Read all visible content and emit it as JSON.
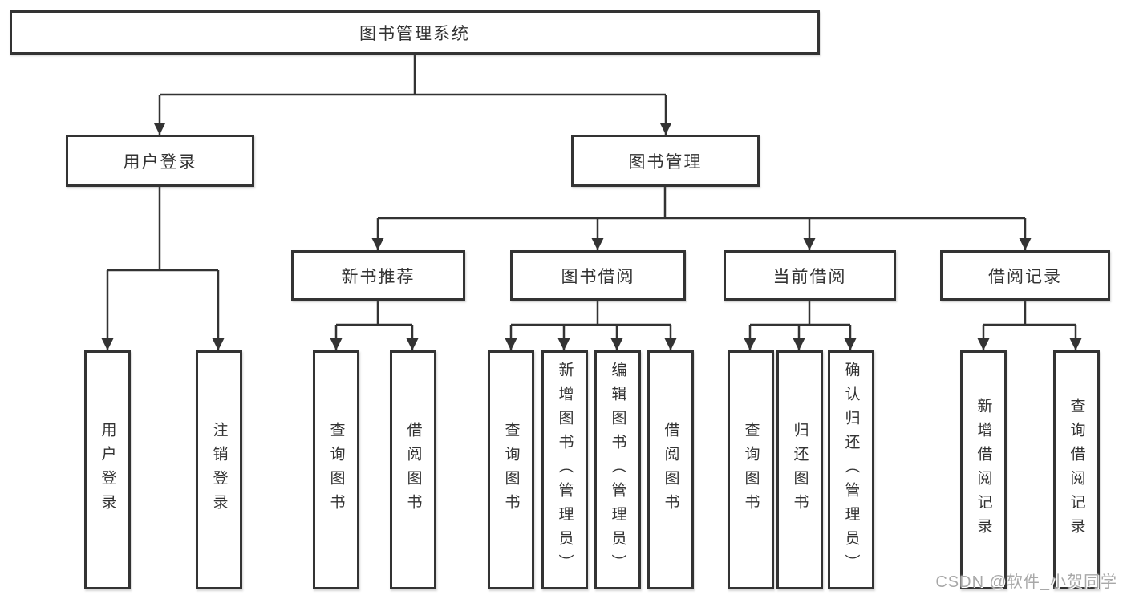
{
  "diagram": {
    "type": "tree",
    "tree": {
      "label": "图书管理系统",
      "children": [
        {
          "label": "用户登录",
          "children": [
            {
              "label": "用户登录"
            },
            {
              "label": "注销登录"
            }
          ]
        },
        {
          "label": "图书管理",
          "children": [
            {
              "label": "新书推荐",
              "children": [
                {
                  "label": "查询图书"
                },
                {
                  "label": "借阅图书"
                }
              ]
            },
            {
              "label": "图书借阅",
              "children": [
                {
                  "label": "查询图书"
                },
                {
                  "label": "新增图书（管理员）"
                },
                {
                  "label": "编辑图书（管理员）"
                },
                {
                  "label": "借阅图书"
                }
              ]
            },
            {
              "label": "当前借阅",
              "children": [
                {
                  "label": "查询图书"
                },
                {
                  "label": "归还图书"
                },
                {
                  "label": "确认归还（管理员）"
                }
              ]
            },
            {
              "label": "借阅记录",
              "children": [
                {
                  "label": "新增借阅记录"
                },
                {
                  "label": "查询借阅记录"
                }
              ]
            }
          ]
        }
      ]
    },
    "colors": {
      "line": "#333333",
      "box_border": "#333333",
      "box_fill": "#ffffff",
      "text": "#333333",
      "watermark": "#a8a8a8"
    }
  },
  "watermark": {
    "text": "CSDN @软件_小贺同学"
  }
}
